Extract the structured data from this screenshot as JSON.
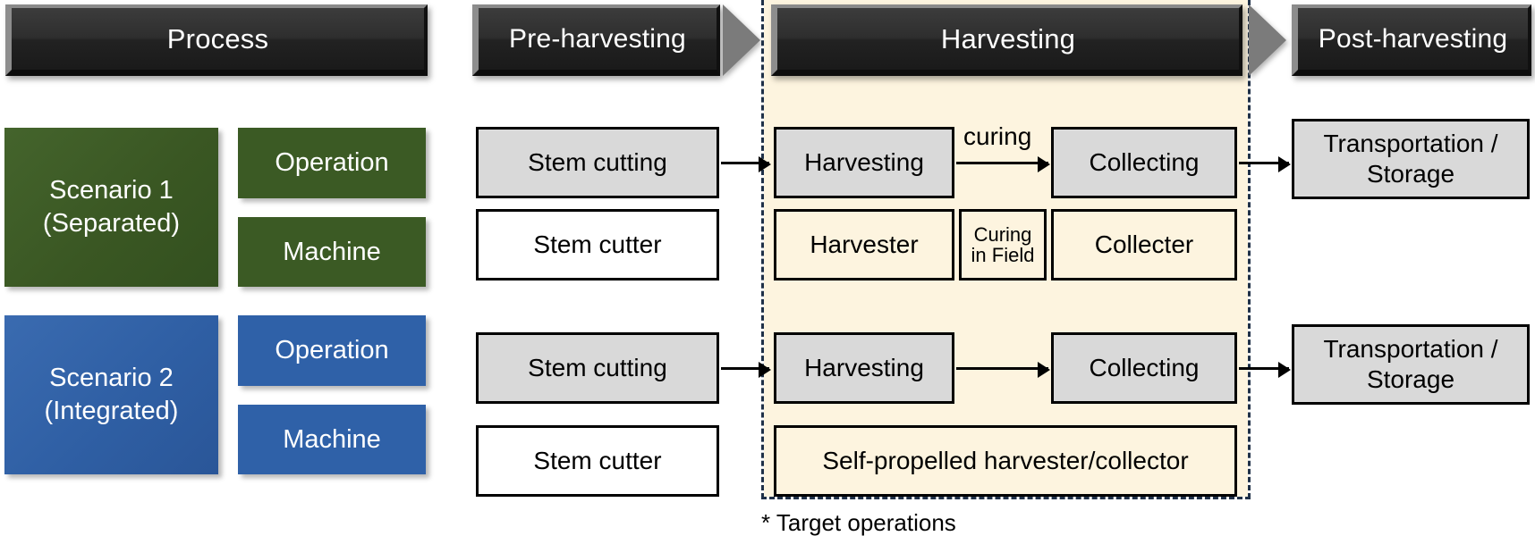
{
  "diagram": {
    "title_column_header": "Process",
    "footnote": "* Target operations",
    "colors": {
      "scenario1": "#3A5723",
      "scenario2": "#2F5FA4",
      "operation_box": "#D9D9D9",
      "harvest_zone": "#FDF4DF",
      "zone_border": "#1F3048"
    }
  },
  "phases": [
    {
      "id": "process",
      "label": "Process"
    },
    {
      "id": "pre-harvesting",
      "label": "Pre-harvesting"
    },
    {
      "id": "harvesting",
      "label": "Harvesting"
    },
    {
      "id": "post-harvesting",
      "label": "Post-harvesting"
    }
  ],
  "row_labels": {
    "operation": "Operation",
    "machine": "Machine"
  },
  "scenarios": [
    {
      "id": "scenario-1",
      "name": "Scenario 1",
      "qualifier": "(Separated)",
      "operations": [
        {
          "id": "op-s1-stem-cutting",
          "label": "Stem cutting",
          "phase": "pre-harvesting"
        },
        {
          "id": "op-s1-harvesting",
          "label": "Harvesting",
          "phase": "harvesting"
        },
        {
          "id": "op-s1-collecting",
          "label": "Collecting",
          "phase": "harvesting"
        },
        {
          "id": "op-s1-transport",
          "label": "Transportation /\nStorage",
          "phase": "post-harvesting"
        }
      ],
      "machines": [
        {
          "id": "mc-s1-stem-cutter",
          "label": "Stem cutter",
          "phase": "pre-harvesting"
        },
        {
          "id": "mc-s1-harvester",
          "label": "Harvester",
          "phase": "harvesting"
        },
        {
          "id": "mc-s1-curing",
          "label": "Curing\nin Field",
          "phase": "harvesting"
        },
        {
          "id": "mc-s1-collecter",
          "label": "Collecter",
          "phase": "harvesting"
        }
      ],
      "edge_labels": [
        {
          "id": "edge-curing",
          "label": "curing",
          "between": "Harvesting → Collecting"
        }
      ]
    },
    {
      "id": "scenario-2",
      "name": "Scenario 2",
      "qualifier": "(Integrated)",
      "operations": [
        {
          "id": "op-s2-stem-cutting",
          "label": "Stem cutting",
          "phase": "pre-harvesting"
        },
        {
          "id": "op-s2-harvesting",
          "label": "Harvesting",
          "phase": "harvesting"
        },
        {
          "id": "op-s2-collecting",
          "label": "Collecting",
          "phase": "harvesting"
        },
        {
          "id": "op-s2-transport",
          "label": "Transportation /\nStorage",
          "phase": "post-harvesting"
        }
      ],
      "machines": [
        {
          "id": "mc-s2-stem-cutter",
          "label": "Stem cutter",
          "phase": "pre-harvesting"
        },
        {
          "id": "mc-s2-combined",
          "label": "Self-propelled harvester/collector",
          "phase": "harvesting"
        }
      ],
      "edge_labels": []
    }
  ],
  "text": {
    "s1_name": "Scenario 1",
    "s1_qual": "(Separated)",
    "s2_name": "Scenario 2",
    "s2_qual": "(Integrated)",
    "op_label": "Operation",
    "mc_label": "Machine",
    "stem_cutting": "Stem cutting",
    "stem_cutter": "Stem cutter",
    "harvesting": "Harvesting",
    "collecting": "Collecting",
    "harvester": "Harvester",
    "collecter": "Collecter",
    "curing_edge": "curing",
    "curing_l1": "Curing",
    "curing_l2": "in Field",
    "selfprop": "Self-propelled harvester/collector",
    "transport_l1": "Transportation /",
    "transport_l2": "Storage",
    "footnote": "* Target operations",
    "p_process": "Process",
    "p_pre": "Pre-harvesting",
    "p_harv": "Harvesting",
    "p_post": "Post-harvesting"
  }
}
